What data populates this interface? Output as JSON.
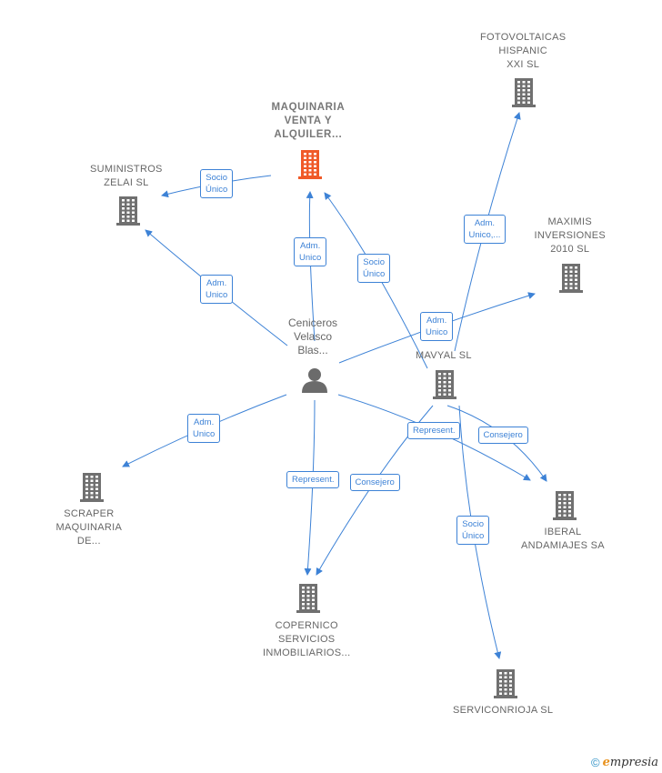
{
  "nodes": [
    {
      "id": "fotovoltaicas",
      "lines": [
        "FOTOVOLTAICAS",
        "HISPANIC",
        "XXI   SL"
      ],
      "kind": "company"
    },
    {
      "id": "maquinaria",
      "lines": [
        "MAQUINARIA",
        "VENTA Y",
        "ALQUILER..."
      ],
      "kind": "company-main"
    },
    {
      "id": "suministros",
      "lines": [
        "SUMINISTROS",
        "ZELAI SL"
      ],
      "kind": "company"
    },
    {
      "id": "maximis",
      "lines": [
        "MAXIMIS",
        "INVERSIONES",
        "2010 SL"
      ],
      "kind": "company"
    },
    {
      "id": "ceniceros",
      "lines": [
        "Ceniceros",
        "Velasco",
        "Blas..."
      ],
      "kind": "person"
    },
    {
      "id": "mavyal",
      "lines": [
        "MAVYAL  SL"
      ],
      "kind": "company"
    },
    {
      "id": "scraper",
      "lines": [
        "SCRAPER",
        "MAQUINARIA",
        "DE..."
      ],
      "kind": "company"
    },
    {
      "id": "iberal",
      "lines": [
        "IBERAL",
        "ANDAMIAJES SA"
      ],
      "kind": "company"
    },
    {
      "id": "copernico",
      "lines": [
        "COPERNICO",
        "SERVICIOS",
        "INMOBILIARIOS..."
      ],
      "kind": "company"
    },
    {
      "id": "serviconrioja",
      "lines": [
        "SERVICONRIOJA SL"
      ],
      "kind": "company"
    }
  ],
  "edges": [
    {
      "from": "maquinaria",
      "to": "suministros",
      "label": [
        "Socio",
        "Único"
      ]
    },
    {
      "from": "ceniceros",
      "to": "maquinaria",
      "label": [
        "Adm.",
        "Unico"
      ]
    },
    {
      "from": "ceniceros",
      "to": "suministros",
      "label": [
        "Adm.",
        "Unico"
      ]
    },
    {
      "from": "mavyal",
      "to": "maquinaria",
      "label": [
        "Socio",
        "Único"
      ]
    },
    {
      "from": "mavyal",
      "to": "fotovoltaicas",
      "label": [
        "Adm.",
        "Unico,..."
      ]
    },
    {
      "from": "ceniceros",
      "to": "maximis",
      "label": [
        "Adm.",
        "Unico"
      ]
    },
    {
      "from": "ceniceros",
      "to": "scraper",
      "label": [
        "Adm.",
        "Unico"
      ]
    },
    {
      "from": "ceniceros",
      "to": "iberal",
      "label": [
        "Represent."
      ]
    },
    {
      "from": "mavyal",
      "to": "iberal",
      "label": [
        "Consejero"
      ]
    },
    {
      "from": "ceniceros",
      "to": "copernico",
      "label": [
        "Represent."
      ]
    },
    {
      "from": "mavyal",
      "to": "copernico",
      "label": [
        "Consejero"
      ]
    },
    {
      "from": "mavyal",
      "to": "serviconrioja",
      "label": [
        "Socio",
        "Único"
      ]
    }
  ],
  "colors": {
    "edge": "#3d82d6",
    "building": "#707070",
    "building_main": "#f05a28",
    "person": "#6b6b6b"
  },
  "footer": {
    "copyright": "©",
    "brand_initial": "e",
    "brand_rest": "mpresia"
  }
}
